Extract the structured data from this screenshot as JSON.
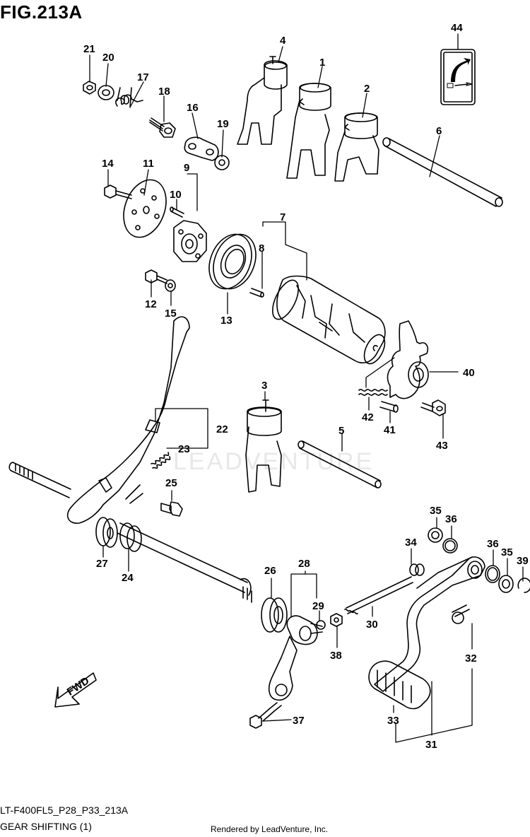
{
  "title": "FIG.213A",
  "footer_code": "LT-F400FL5_P28_P33_213A",
  "footer_name": "GEAR SHIFTING (1)",
  "footer_render": "Rendered by LeadVenture, Inc.",
  "watermark": "LEADVENTURE",
  "fwd_label": "FWD",
  "callouts": {
    "c1": "1",
    "c2": "2",
    "c3": "3",
    "c4": "4",
    "c5": "5",
    "c6": "6",
    "c7": "7",
    "c8": "8",
    "c9": "9",
    "c10": "10",
    "c11": "11",
    "c12": "12",
    "c13": "13",
    "c14": "14",
    "c15": "15",
    "c16": "16",
    "c17": "17",
    "c18": "18",
    "c19": "19",
    "c20": "20",
    "c21": "21",
    "c22": "22",
    "c23": "23",
    "c24": "24",
    "c25": "25",
    "c26": "26",
    "c27": "27",
    "c28": "28",
    "c29": "29",
    "c30": "30",
    "c31": "31",
    "c32": "32",
    "c33": "33",
    "c34": "34",
    "c35a": "35",
    "c35b": "35",
    "c36a": "36",
    "c36b": "36",
    "c37": "37",
    "c38": "38",
    "c39": "39",
    "c40": "40",
    "c41": "41",
    "c42": "42",
    "c43": "43",
    "c44": "44"
  }
}
